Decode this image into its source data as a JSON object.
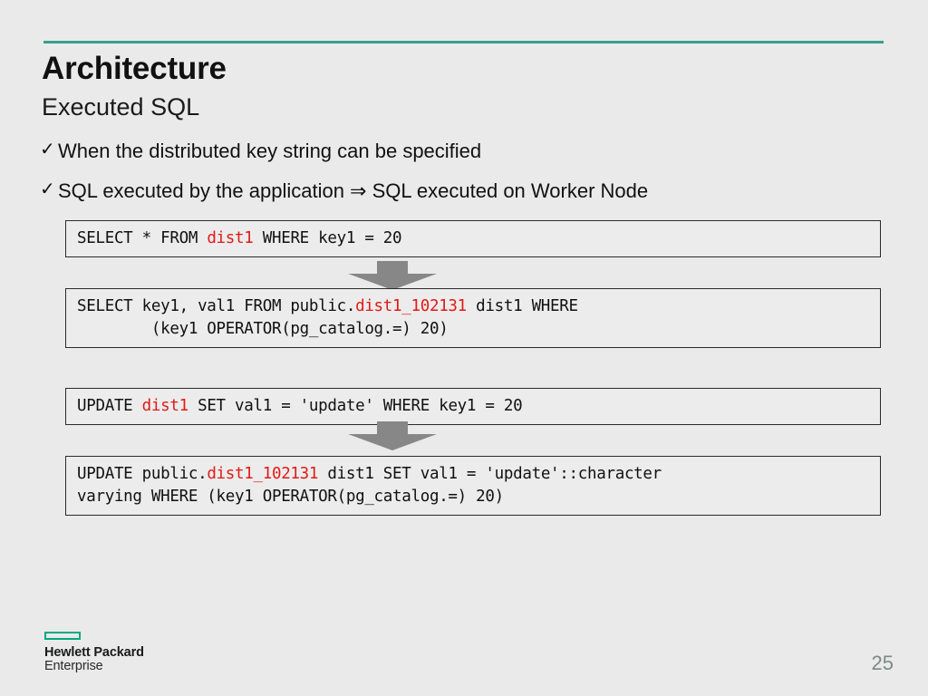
{
  "slide": {
    "title": "Architecture",
    "subtitle": "Executed SQL",
    "page_number": "25",
    "background_color": "#eaeaea",
    "rule_color": "#38a08c",
    "highlight_color": "#e01b16"
  },
  "bullets": [
    {
      "marker": "✓",
      "text": "When the distributed key string can be specified"
    },
    {
      "marker": "✓",
      "text": "SQL executed by the application ⇒ SQL executed on Worker Node"
    }
  ],
  "code_blocks": [
    {
      "id": "select-app",
      "line1_pre": "SELECT * FROM ",
      "line1_tbl": "dist1",
      "line1_post": " WHERE key1 = 20",
      "line2_pre": "",
      "line2_tbl": "",
      "line2_post": ""
    },
    {
      "id": "select-worker",
      "line1_pre": "SELECT key1, val1 FROM public.",
      "line1_tbl": "dist1_102131",
      "line1_post": " dist1 WHERE",
      "line2_pre": "        (key1 OPERATOR(pg_catalog.=) 20)",
      "line2_tbl": "",
      "line2_post": ""
    },
    {
      "id": "update-app",
      "line1_pre": "UPDATE ",
      "line1_tbl": "dist1",
      "line1_post": " SET val1 = 'update' WHERE key1 = 20",
      "line2_pre": "",
      "line2_tbl": "",
      "line2_post": ""
    },
    {
      "id": "update-worker",
      "line1_pre": "UPDATE public.",
      "line1_tbl": "dist1_102131",
      "line1_post": " dist1 SET val1 = 'update'::character",
      "line2_pre": "varying WHERE (key1 OPERATOR(pg_catalog.=) 20)",
      "line2_tbl": "",
      "line2_post": ""
    }
  ],
  "arrows": [
    {
      "id": "arrow-select",
      "direction": "down",
      "color": "#878787"
    },
    {
      "id": "arrow-update",
      "direction": "down",
      "color": "#878787"
    }
  ],
  "logo": {
    "line1": "Hewlett Packard",
    "line2": "Enterprise",
    "accent_color": "#00a982"
  }
}
